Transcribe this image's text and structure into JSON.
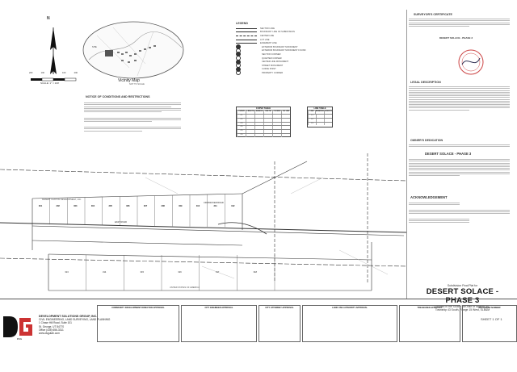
{
  "north": {
    "label": "N"
  },
  "scale": {
    "label": "SCALE: 1\" = 100'",
    "ticks": [
      "200",
      "100",
      "0",
      "100",
      "200"
    ]
  },
  "vicinity": {
    "title": "Vicinity Map",
    "note": "NOT TO SCALE",
    "site": "SITE"
  },
  "legend": {
    "title": "LEGEND",
    "items": [
      "SECTION LINE",
      "BOUNDARY LINE OF SUBDIVISION",
      "CENTER LINE",
      "LOT LINE",
      "EASEMENT LINE",
      "EXTERIOR BOUNDARY MONUMENT",
      "EXTERIOR BOUNDARY MONUMENT FOUND",
      "SECTION CORNER",
      "QUARTER CORNER",
      "CENTER LINE MONUMENT",
      "STREET MONUMENT",
      "CURVE POINT",
      "PROPERTY CORNER"
    ]
  },
  "notes": {
    "title": "NOTICE OF CONDITIONS AND RESTRICTIONS"
  },
  "curve_table": {
    "title": "CURVE TABLE",
    "headers": [
      "CURVE",
      "LENGTH",
      "RADIUS",
      "DELTA",
      "CH BRG",
      "CH LEN"
    ],
    "rows": [
      [
        "C1",
        "",
        "",
        "",
        "",
        ""
      ],
      [
        "C2",
        "",
        "",
        "",
        "",
        ""
      ],
      [
        "C3",
        "",
        "",
        "",
        "",
        ""
      ],
      [
        "C4",
        "",
        "",
        "",
        "",
        ""
      ],
      [
        "C5",
        "",
        "",
        "",
        "",
        ""
      ],
      [
        "C6",
        "",
        "",
        "",
        "",
        ""
      ]
    ]
  },
  "line_table": {
    "title": "LINE TABLE",
    "headers": [
      "LINE",
      "BEARING",
      "LENGTH"
    ],
    "rows": [
      [
        "L1",
        "",
        ""
      ],
      [
        "L2",
        "",
        ""
      ],
      [
        "L3",
        "",
        ""
      ]
    ]
  },
  "plat": {
    "street_upper": "EAST ROAD",
    "street_label_2": "CROSSOVER ROAD",
    "lots_row": [
      "301",
      "302",
      "303",
      "304",
      "305",
      "306",
      "307",
      "308",
      "309",
      "310",
      "311",
      "312"
    ],
    "lots_lower": [
      "313",
      "314",
      "315",
      "316",
      "317",
      "318"
    ],
    "parcel_west": "DESERT CANYON DEVELOPMENT, INC.",
    "parcel_south": "UNITED STATES OF AMERICA"
  },
  "right": {
    "surveyor_title": "SURVEYOR'S CERTIFICATE",
    "plat_name_line": "DESERT SOLACE - PHASE 3",
    "legal_title": "LEGAL DESCRIPTION",
    "owners_title": "OWNER'S DEDICATION",
    "owners_name": "DESERT SOLACE - PHASE 3",
    "ack_title": "ACKNOWLEDGEMENT"
  },
  "title_block": {
    "pre": "Subdivision Final Plat for",
    "name": "DESERT SOLACE - PHASE 3",
    "loc1": "Located in the South One-Half of Section 34 ,",
    "loc2": "Township 43 South, Range 15 West, SLB&M",
    "sheet": "SHEET 1 OF 1"
  },
  "approvals": [
    "COMMUNITY DEVELOPMENT DIRECTOR APPROVAL",
    "CITY ENGINEER APPROVAL",
    "CITY ATTORNEY APPROVAL",
    "LAND USE AUTHORITY APPROVAL",
    "TREASURER APPROVAL",
    "RECORDER NUMBER"
  ],
  "company": {
    "name": "DEVELOPMENT SOLUTIONS GROUP, INC.",
    "line1": "CIVIL ENGINEERING, LAND SURVEYING, LAND PLANNING",
    "line2": "1 Chase Hill Road, Suite 101",
    "line3": "St. George, UT 84770",
    "line4": "Office (435) 656-3311",
    "line5": "www.dsgutah.com",
    "logo": "DSG"
  }
}
